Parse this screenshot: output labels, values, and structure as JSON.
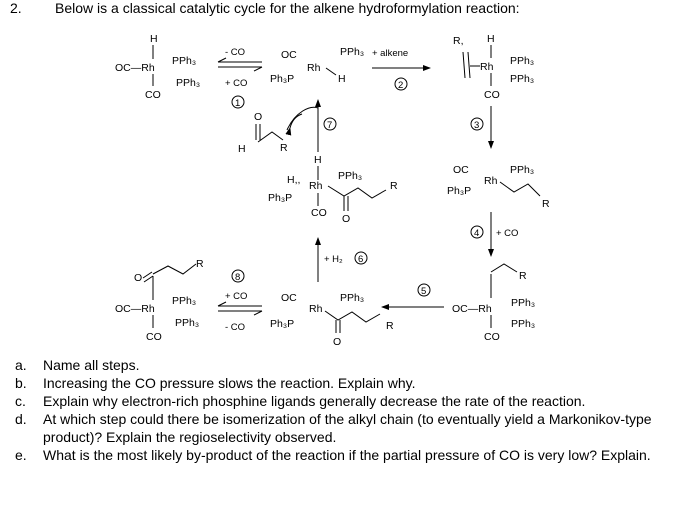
{
  "header": {
    "number": "2.",
    "title": "Below is a classical catalytic cycle for the alkene hydroformylation reaction:"
  },
  "scheme": {
    "labels": {
      "H": "H",
      "R": "R",
      "O": "O",
      "CO": "CO",
      "Rh": "Rh",
      "OC_Rh": "OC—Rh",
      "OC": "OC",
      "Ph3P": "Ph₃P",
      "PPh3": "PPh₃",
      "R_comma": "R,",
      "H_comma": "H,,"
    },
    "conditions": {
      "minus_co": "- CO",
      "plus_co": "+ CO",
      "plus_alkene": "+ alkene",
      "plus_h2": "+ H₂",
      "plus_co_step4": "+ CO"
    },
    "step_numbers": [
      "1",
      "2",
      "3",
      "4",
      "5",
      "6",
      "7",
      "8"
    ]
  },
  "questions": [
    {
      "letter": "a.",
      "text": "Name all steps."
    },
    {
      "letter": "b.",
      "text": "Increasing the CO pressure slows the reaction. Explain why."
    },
    {
      "letter": "c.",
      "text": "Explain why electron-rich phosphine ligands generally decrease the rate of the reaction."
    },
    {
      "letter": "d.",
      "text": "At which step could there be isomerization of the alkyl chain (to eventually yield a Markonikov-type product)? Explain the regioselectivity observed."
    },
    {
      "letter": "e.",
      "text": "What is the most likely by-product of the reaction if the partial pressure of CO is very low? Explain."
    }
  ]
}
